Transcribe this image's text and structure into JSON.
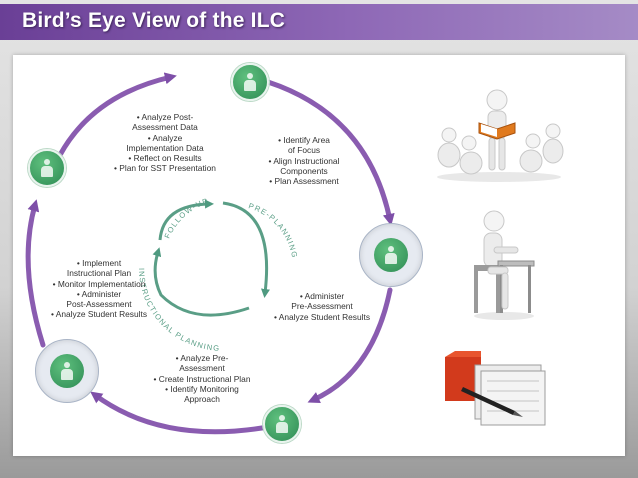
{
  "title": "Bird’s Eye View of the ILC",
  "phases": {
    "follow_up": "FOLLOW-UP",
    "pre_planning": "PRE-PLANNING",
    "instructional_planning": "INSTRUCTIONAL PLANNING"
  },
  "steps": {
    "follow_up": [
      "• Analyze Post-",
      "Assessment Data",
      "• Analyze",
      "Implementation Data",
      "• Reflect on Results",
      "• Plan for SST Presentation"
    ],
    "pre_planning": [
      "• Identify Area",
      "of Focus",
      "• Align Instructional",
      "Components",
      "• Plan Assessment"
    ],
    "pre_assessment": [
      "• Administer",
      "Pre-Assessment",
      "• Analyze Student Results"
    ],
    "instructional_planning": [
      "• Analyze Pre-",
      "Assessment",
      "• Create Instructional Plan",
      "• Identify Monitoring",
      "Approach"
    ],
    "implementation": [
      "• Implement",
      "Instructional Plan",
      "• Monitor Implementation",
      "• Administer",
      "Post-Assessment",
      "• Analyze Student Results"
    ]
  },
  "icons": [
    "person-icon",
    "reading-teacher-clipart",
    "student-desk-clipart",
    "file-folders-clipart"
  ],
  "colors": {
    "title_bar": "#7b52a8",
    "arc": "#8a5cb0",
    "inner_cycle": "#5a9e86",
    "node": "#3a9a62"
  }
}
